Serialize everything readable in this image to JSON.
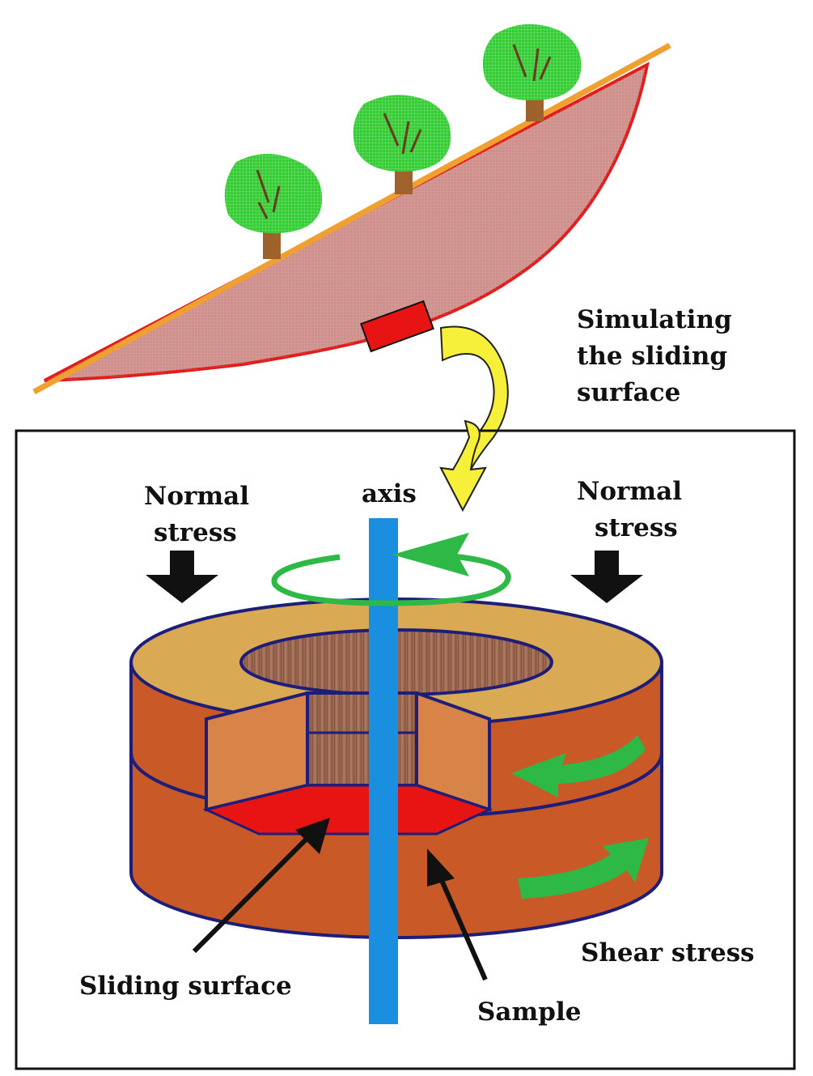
{
  "labels": {
    "simulating_line1": "Simulating",
    "simulating_line2": "the sliding",
    "simulating_line3": "surface",
    "normal_stress_left_line1": "Normal",
    "normal_stress_left_line2": "stress",
    "normal_stress_right_line1": "Normal",
    "normal_stress_right_line2": "stress",
    "axis": "axis",
    "shear_stress": "Shear stress",
    "sliding_surface": "Sliding surface",
    "sample": "Sample"
  },
  "colors": {
    "slope_fill": "#cf8f8a",
    "slope_outline": "#e01b1b",
    "ground_line": "#f0a030",
    "tree_canopy": "#33cc33",
    "tree_trunk": "#a0622d",
    "sample_block": "#e81414",
    "transfer_arrow": "#f6f03a",
    "axis_rod": "#1a8fe0",
    "rotation_arrow": "#2eb845",
    "ring_top": "#d9a954",
    "ring_side": "#c95a28",
    "ring_outline": "#1d1d7a",
    "sliding_plane": "#e81414",
    "stress_arrow": "#111111"
  }
}
